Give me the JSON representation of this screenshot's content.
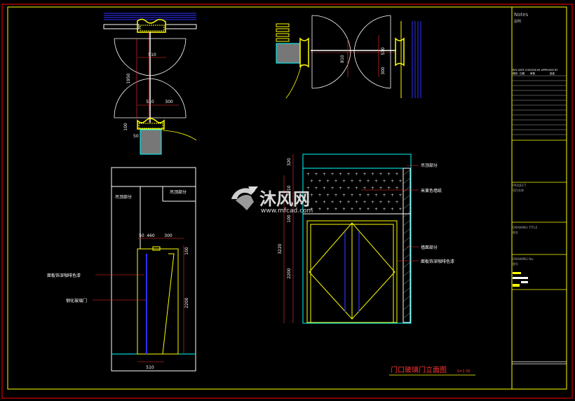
{
  "title_block": {
    "notes": "Notes",
    "notes_cn": "説明",
    "rev_header": "REV  DATE  CHECKED BY  APPROVED BY",
    "rev_cols": [
      "修改",
      "日期",
      "审核",
      "批准"
    ],
    "project_label": "PROJECT",
    "project_value": "项目名称",
    "drawing_title_label": "DRAWING TITLE",
    "drawing_title_value": "图名",
    "drawing_no_label": "DRAWING No.",
    "drawing_no_value": "图号"
  },
  "plan_top_left": {
    "dim_width": "510",
    "dim_height": "1950",
    "dim_510": "510",
    "dim_300": "300",
    "dim_100": "100",
    "dim_50": "50"
  },
  "plan_top_right": {
    "dim_810": "810",
    "dim_510": "510",
    "dim_300": "300"
  },
  "section_left": {
    "label_ceiling_a": "吊顶部分",
    "label_ceiling_b": "吊顶部分",
    "dim_50": "50",
    "dim_460": "460",
    "dim_300": "300",
    "dim_100": "100",
    "dim_2200": "2200",
    "dim_510": "510",
    "label_panel": "面板饰深咖啡色漆",
    "label_glass": "钢化玻璃门"
  },
  "elevation": {
    "dim_320": "320",
    "dim_1010": "1010",
    "dim_100": "100",
    "dim_3220": "3220",
    "dim_2200": "2200",
    "label_ceiling": "吊顶部分",
    "label_wallpaper": "米黄色墙纸",
    "label_wall": "墙面部分",
    "label_panel": "面板饰深咖啡色漆",
    "title": "门口玻璃门立面图",
    "scale": "S=1:30"
  },
  "watermark": {
    "brand": "沐风网",
    "url": "www.mfcad.com"
  },
  "colors": {
    "frame": "#ffff00",
    "line_red": "#ff0000",
    "cyan": "#00ffff",
    "blue": "#2020ff",
    "white": "#ffffff"
  }
}
